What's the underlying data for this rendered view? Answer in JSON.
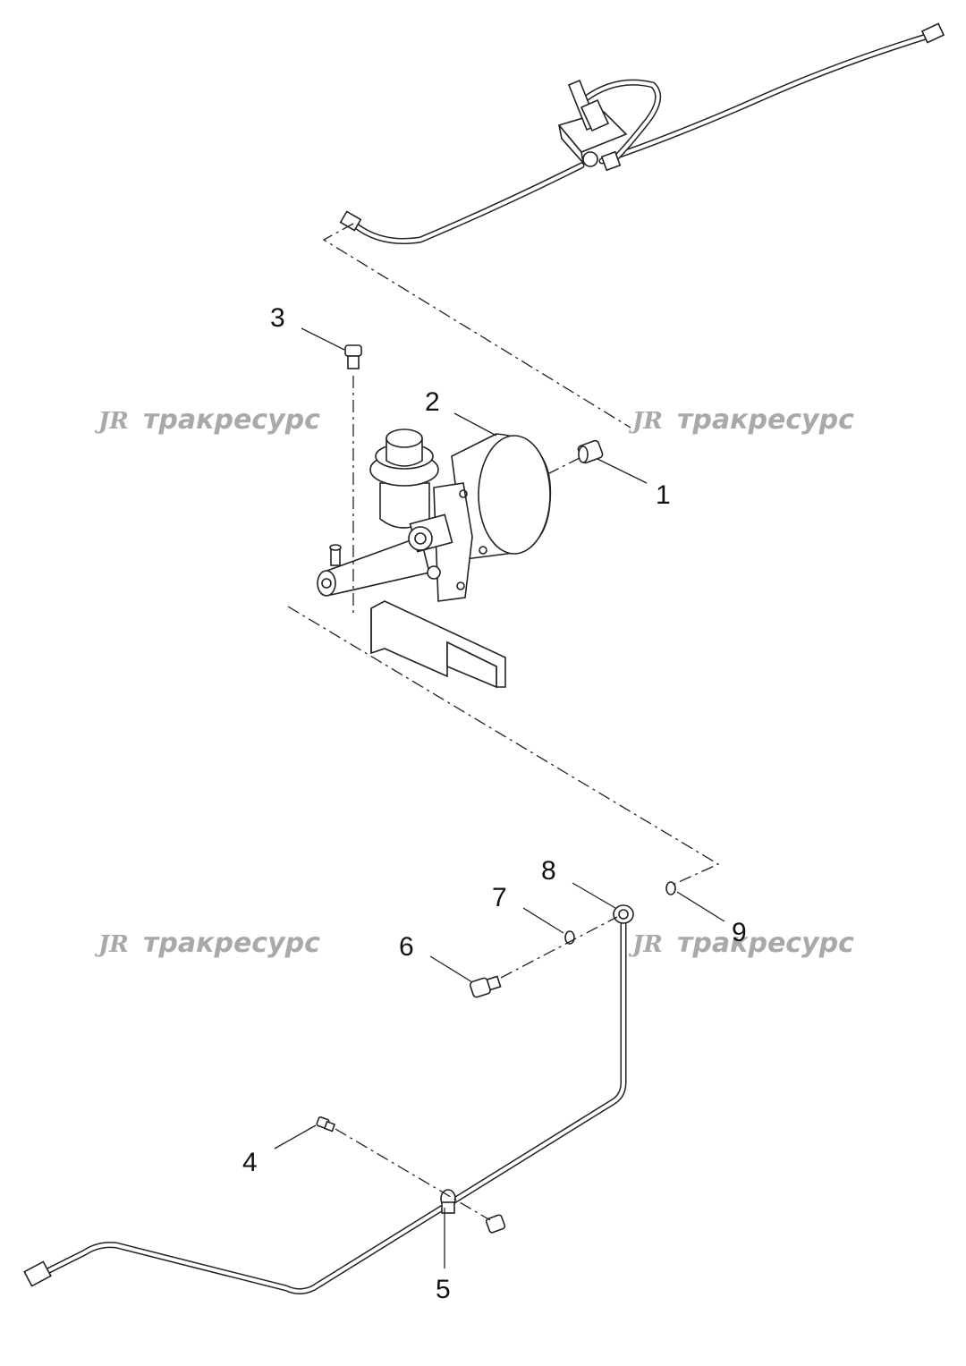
{
  "watermark": {
    "logo": "JR",
    "text": "тракресурс"
  },
  "callouts": {
    "c1": "1",
    "c2": "2",
    "c3": "3",
    "c4": "4",
    "c5": "5",
    "c6": "6",
    "c7": "7",
    "c8": "8",
    "c9": "9"
  }
}
